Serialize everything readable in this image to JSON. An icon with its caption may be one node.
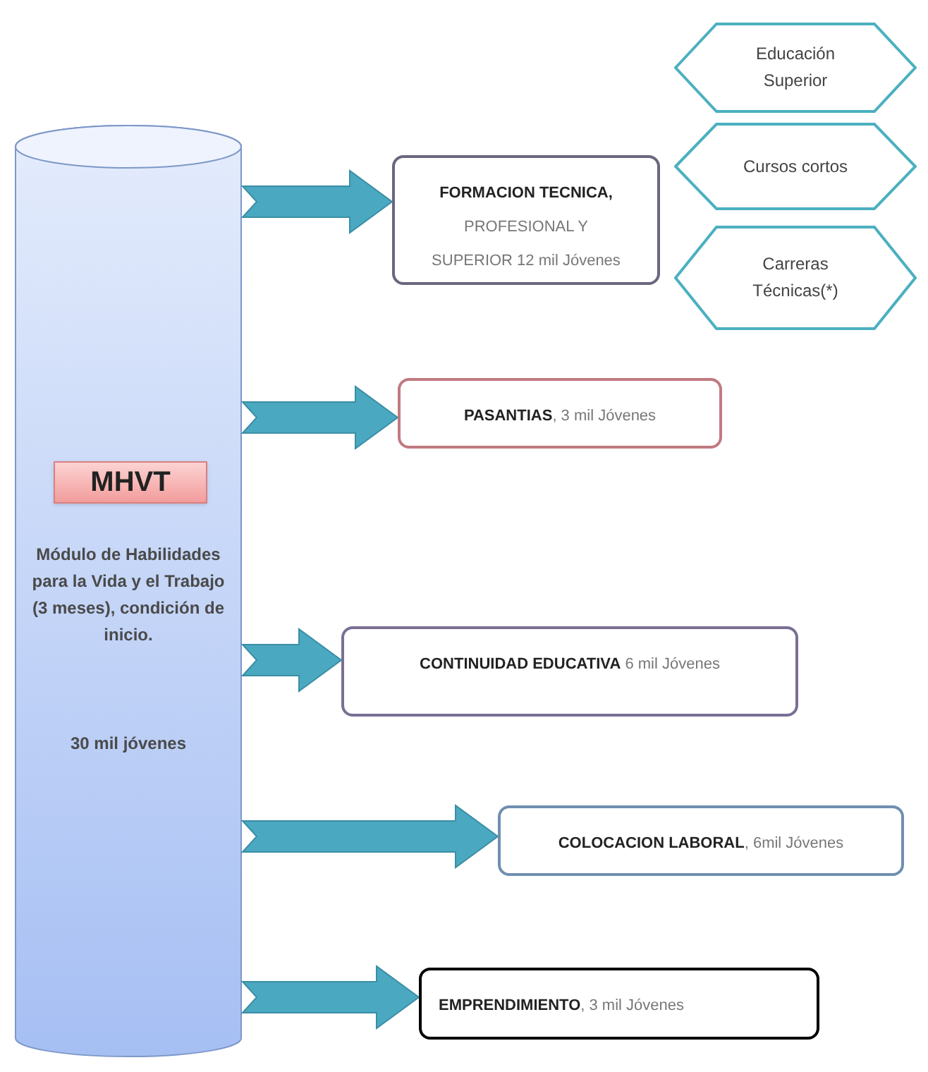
{
  "diagram": {
    "nodes": [
      {
        "text": [
          "Módulo de Habilidades para la Vida y el Trabajo (3 meses), condición de inicio.",
          "30 mil jóvenes"
        ]
      },
      {
        "text": [
          "MHVT"
        ],
        "in": 0
      },
      {
        "text": [
          "**FORMACION TECNICA,** PROFESIONAL Y SUPERIOR 12 mil Jóvenes"
        ]
      },
      {
        "text": [
          "**PASANTIAS**, 3 mil Jóvenes"
        ]
      },
      {
        "text": [
          "**CONTINUIDAD EDUCATIVA** 6 mil Jóvenes"
        ]
      },
      {
        "text": [
          "**COLOCACION LABORAL**, 6mil Jóvenes"
        ]
      },
      {
        "text": [
          "**EMPRENDIMIENTO**, 3 mil Jóvenes"
        ]
      },
      {
        "text": [
          "Educación Superior"
        ]
      },
      {
        "text": [
          "Cursos cortos"
        ]
      },
      {
        "text": [
          "Carreras Técnicas(*)"
        ]
      }
    ],
    "edges": [
      {
        "from": 0,
        "to": 2,
        "arrow": "to",
        "style": "thick"
      },
      {
        "from": 0,
        "to": 3,
        "arrow": "to",
        "style": "thick"
      },
      {
        "from": 0,
        "to": 4,
        "arrow": "to",
        "style": "thick"
      },
      {
        "from": 0,
        "to": 5,
        "arrow": "to",
        "style": "thick"
      },
      {
        "from": 0,
        "to": 6,
        "arrow": "to",
        "style": "thick"
      }
    ]
  }
}
